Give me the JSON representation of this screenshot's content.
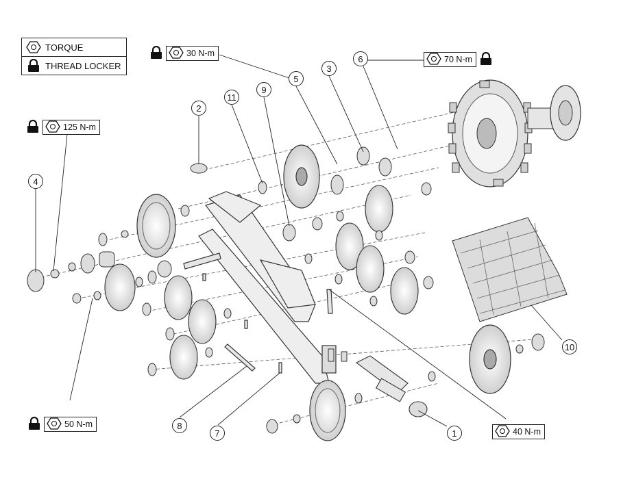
{
  "legend": {
    "torque_label": "TORQUE",
    "thread_locker_label": "THREAD LOCKER"
  },
  "torque_specs": [
    {
      "id": "t30",
      "value": "30 N-m",
      "thread_locker": true
    },
    {
      "id": "t70",
      "value": "70 N-m",
      "thread_locker": true
    },
    {
      "id": "t125",
      "value": "125 N-m",
      "thread_locker": true
    },
    {
      "id": "t50",
      "value": "50 N-m",
      "thread_locker": true
    },
    {
      "id": "t40",
      "value": "40 N-m",
      "thread_locker": false
    }
  ],
  "callouts": [
    "1",
    "2",
    "3",
    "4",
    "5",
    "6",
    "7",
    "8",
    "9",
    "10",
    "11"
  ],
  "icons": {
    "torque": "hexagon-nut-icon",
    "thread_locker": "padlock-icon"
  },
  "colors": {
    "line": "#222222",
    "part_fill": "#e8e8e8",
    "part_stroke": "#444444"
  }
}
